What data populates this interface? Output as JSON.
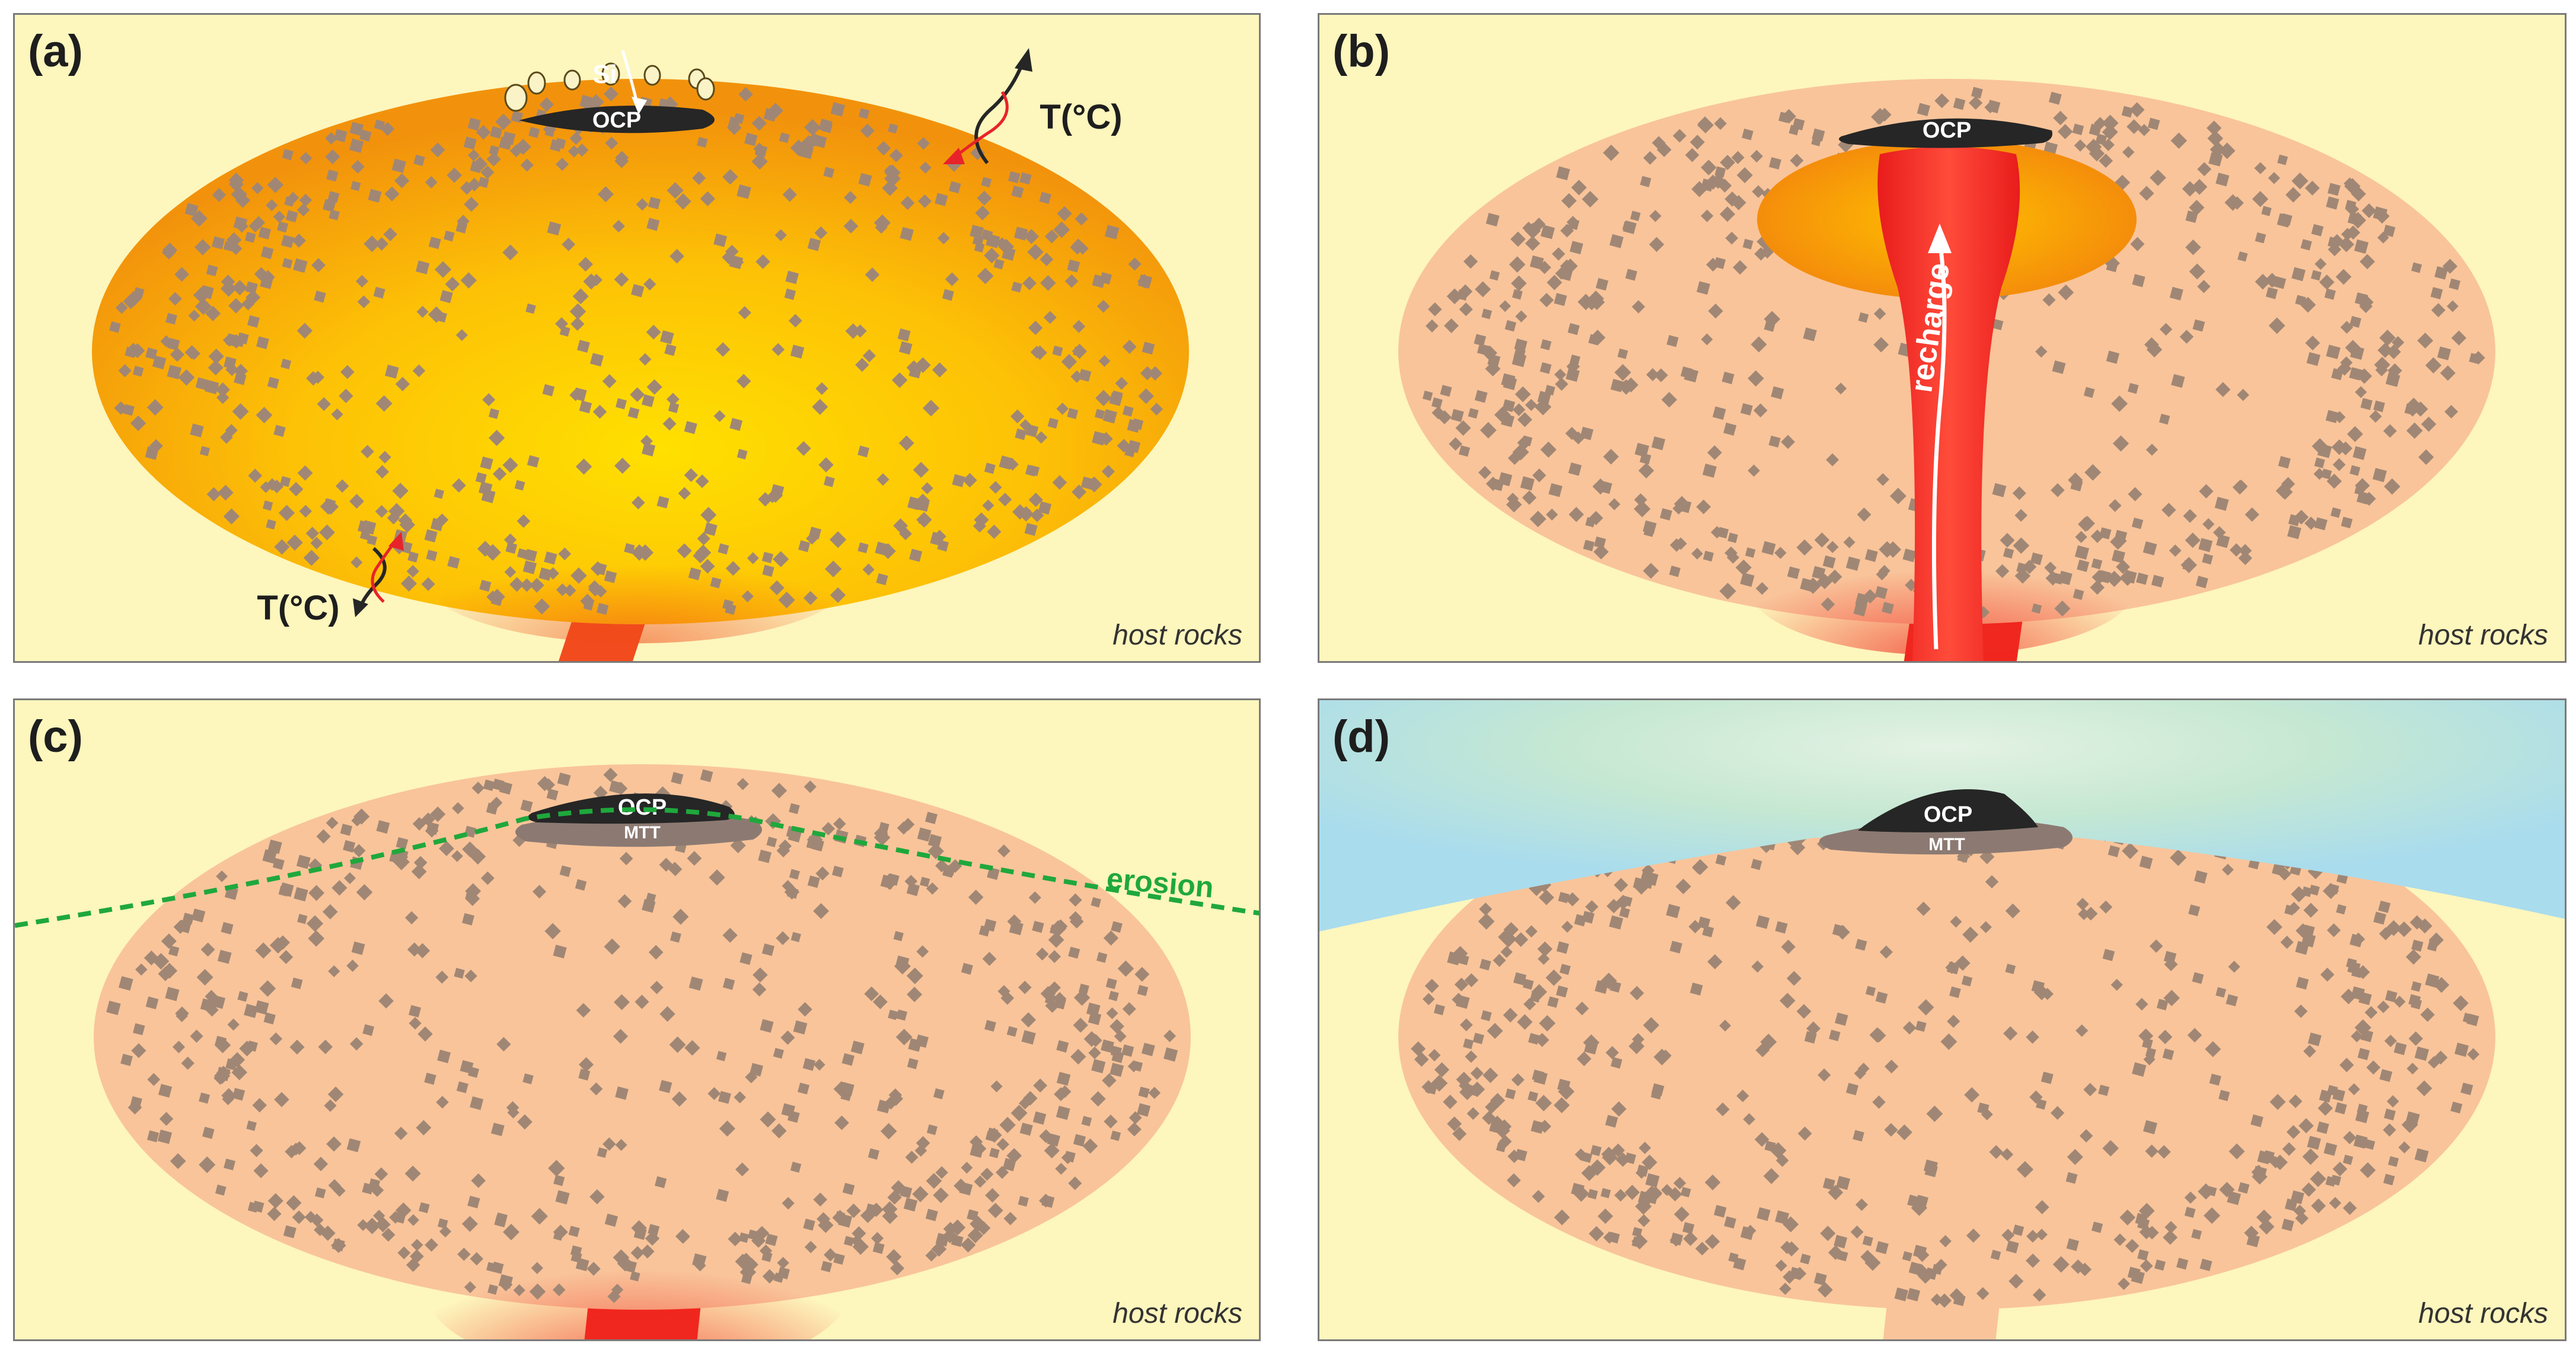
{
  "panels": [
    {
      "label": "(a)",
      "host": "host rocks",
      "ocp": "OCP",
      "si": "Si",
      "t_top": "T(°C)",
      "t_bottom": "T(°C)"
    },
    {
      "label": "(b)",
      "host": "host rocks",
      "ocp": "OCP",
      "recharge": "recharge"
    },
    {
      "label": "(c)",
      "host": "host rocks",
      "ocp": "OCP",
      "mtt": "MTT",
      "erosion": "erosion"
    },
    {
      "label": "(d)",
      "host": "host rocks",
      "ocp": "OCP",
      "mtt": "MTT"
    }
  ],
  "colors": {
    "host_rock": "#fdf6bd",
    "hot_core": "#ffd800",
    "hot_rim": "#f29a0c",
    "cooled_body": "#f9c49a",
    "crystals": "#a08775",
    "recharge": "#f02a2a",
    "ocp": "#262626",
    "mtt": "#8c7a72",
    "erosion_line": "#1fa83c",
    "sky": "#a9dced"
  }
}
